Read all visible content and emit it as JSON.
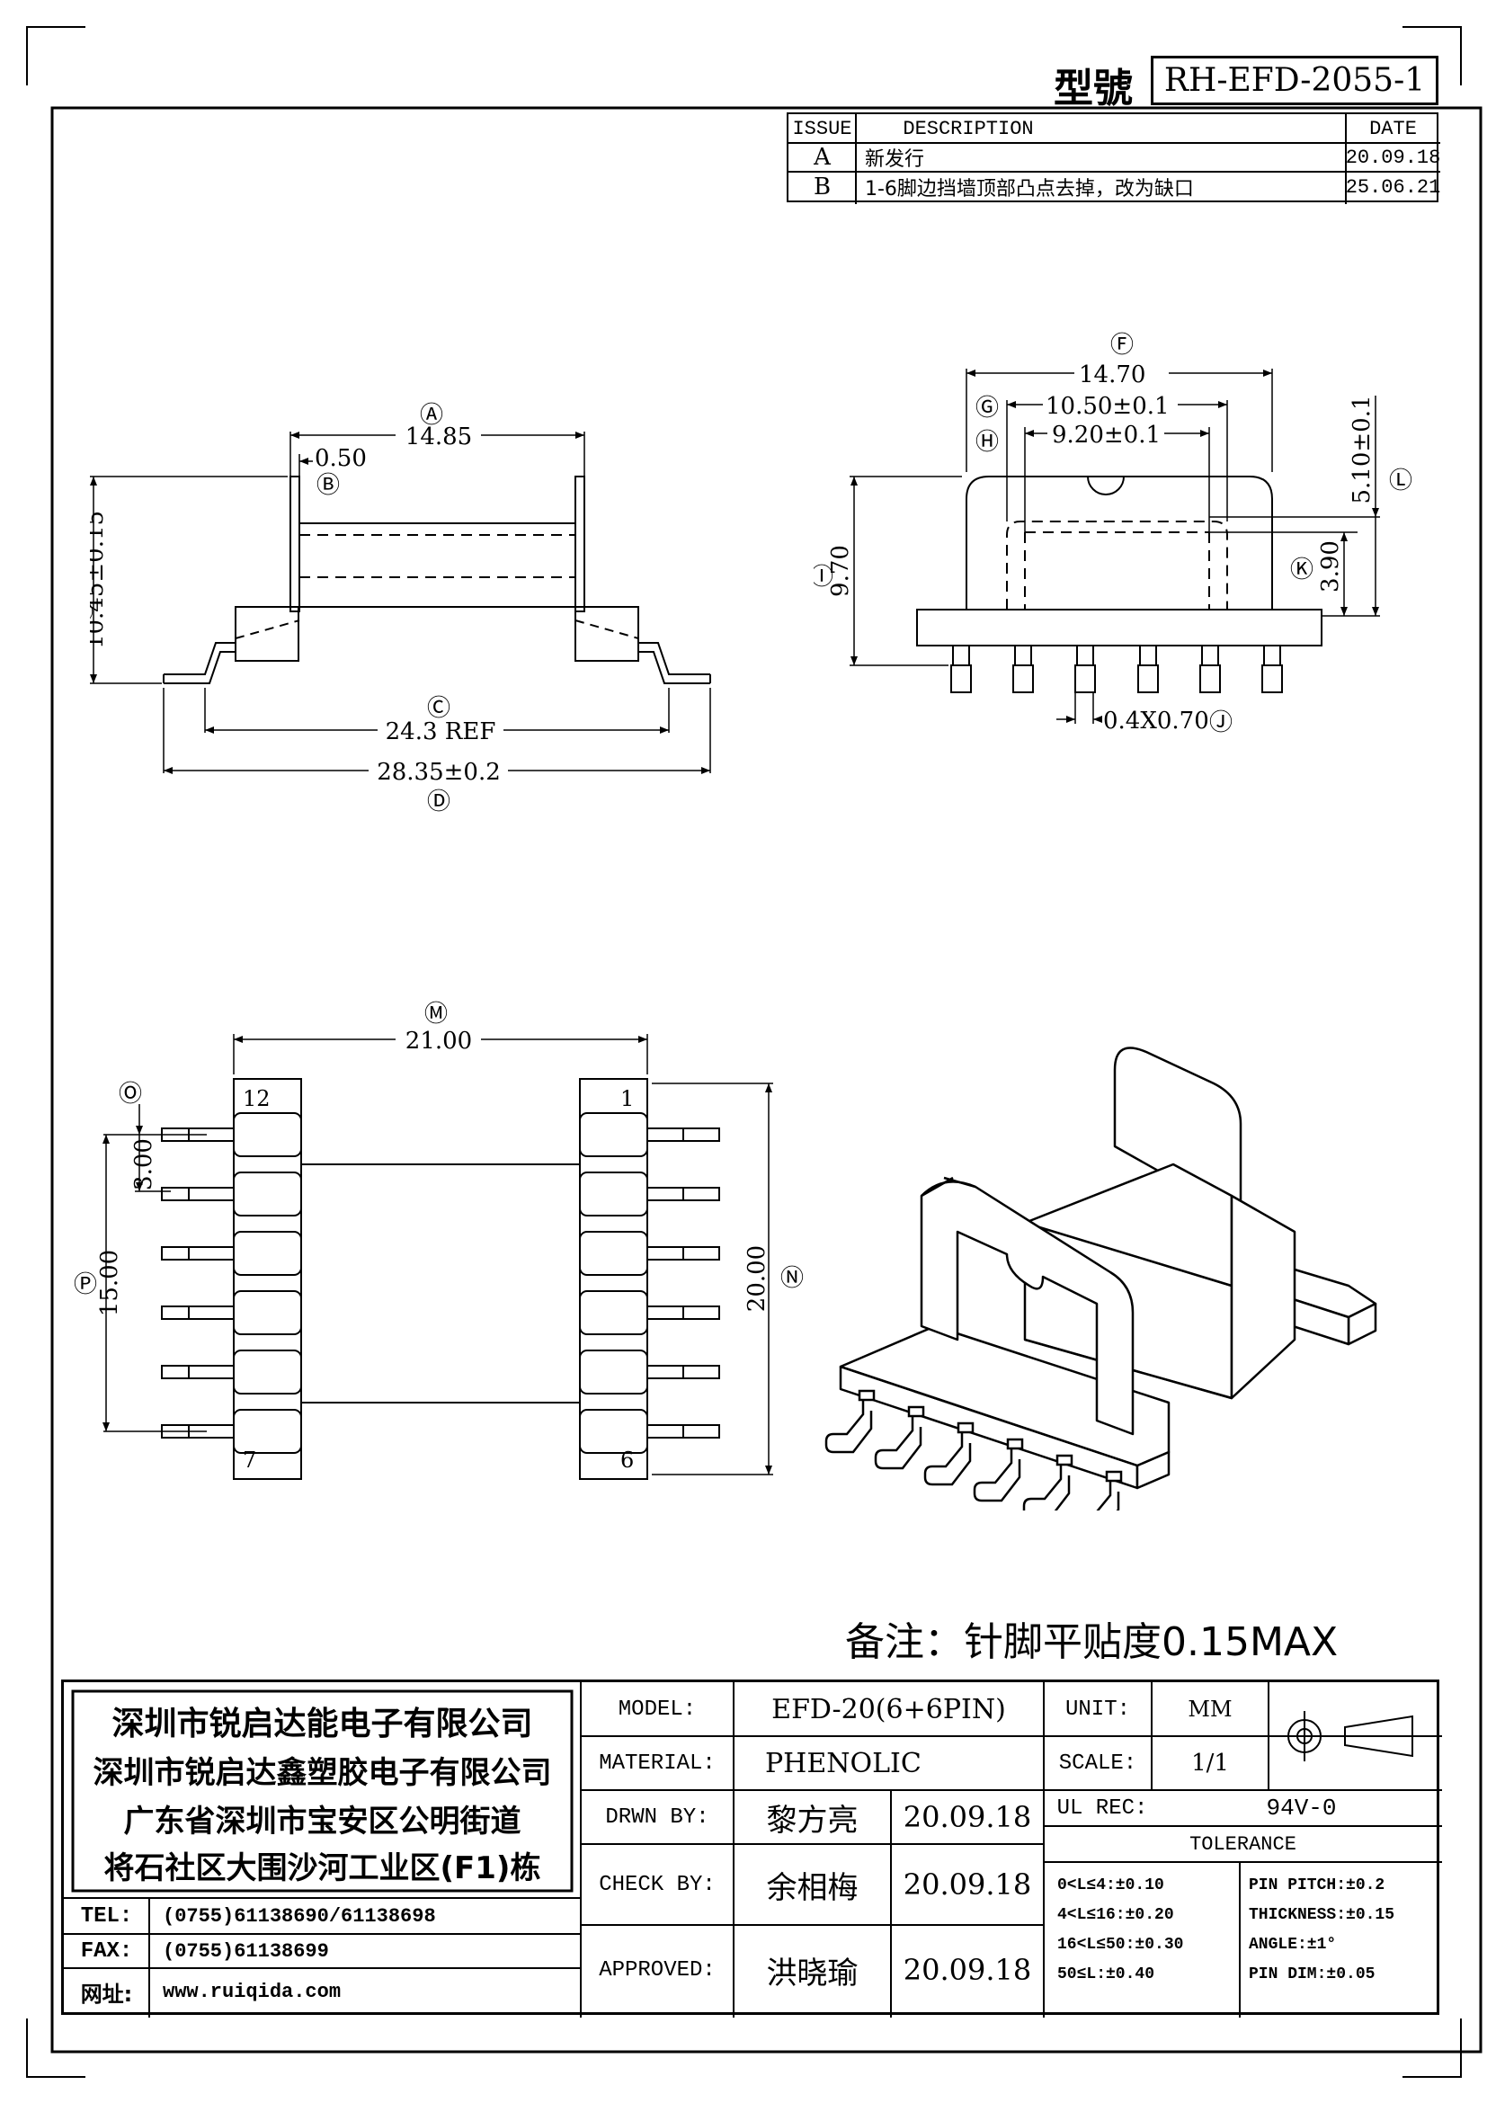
{
  "header": {
    "model_label": "型號",
    "model_value": "RH-EFD-2055-1"
  },
  "revisions": {
    "col_issue": "ISSUE",
    "col_description": "DESCRIPTION",
    "col_date": "DATE",
    "rows": [
      {
        "issue": "A",
        "description": "新发行",
        "date": "20.09.18"
      },
      {
        "issue": "B",
        "description": "1-6脚边挡墙顶部凸点去掉，改为缺口",
        "date": "25.06.21"
      }
    ]
  },
  "side_view": {
    "dim_a_tag": "Ⓐ",
    "dim_a": "14.85",
    "dim_b_tag": "Ⓑ",
    "dim_b": "0.50",
    "dim_c_tag": "Ⓒ",
    "dim_c": "24.3 REF",
    "dim_d_tag": "Ⓓ",
    "dim_d": "28.35±0.2",
    "dim_e_tag": "Ⓔ",
    "dim_e": "10.45±0.15"
  },
  "end_view": {
    "dim_f_tag": "Ⓕ",
    "dim_f": "14.70",
    "dim_g_tag": "Ⓖ",
    "dim_g": "10.50±0.1",
    "dim_h_tag": "Ⓗ",
    "dim_h": "9.20±0.1",
    "dim_i_tag": "Ⓘ",
    "dim_i": "9.70",
    "dim_j_tag": "Ⓙ",
    "dim_j": "0.4X0.70",
    "dim_k_tag": "Ⓚ",
    "dim_k": "3.90",
    "dim_l_tag": "Ⓛ",
    "dim_l": "5.10±0.1"
  },
  "bottom_view": {
    "dim_m_tag": "Ⓜ",
    "dim_m": "21.00",
    "dim_n_tag": "Ⓝ",
    "dim_n": "20.00",
    "dim_o_tag": "Ⓞ",
    "dim_o": "3.00",
    "dim_p_tag": "Ⓟ",
    "dim_p": "15.00",
    "pin_12": "12",
    "pin_1": "1",
    "pin_7": "7",
    "pin_6": "6"
  },
  "note": "备注：针脚平贴度0.15MAX",
  "company": {
    "line1": "深圳市锐启达能电子有限公司",
    "line2": "深圳市锐启达鑫塑胶电子有限公司",
    "line3": "广东省深圳市宝安区公明街道",
    "line4": "将石社区大围沙河工业区(F1)栋",
    "tel_label": "TEL:",
    "tel_value": "(0755)61138690/61138698",
    "fax_label": "FAX:",
    "fax_value": "(0755)61138699",
    "web_label": "网址:",
    "web_value": "www.ruiqida.com"
  },
  "title_block": {
    "model_label": "MODEL:",
    "model_value": "EFD-20(6+6PIN)",
    "material_label": "MATERIAL:",
    "material_value": "PHENOLIC",
    "drawn_label": "DRWN BY:",
    "drawn_name": "黎方亮",
    "drawn_date": "20.09.18",
    "check_label": "CHECK BY:",
    "check_name": "余相梅",
    "check_date": "20.09.18",
    "approved_label": "APPROVED:",
    "approved_name": "洪晓瑜",
    "approved_date": "20.09.18",
    "unit_label": "UNIT:",
    "unit_value": "MM",
    "scale_label": "SCALE:",
    "scale_value": "1/1",
    "ul_label": "UL REC:",
    "ul_value": "94V-0",
    "tolerance_title": "TOLERANCE",
    "tol_1": "0<L≤4:±0.10",
    "tol_2": "4<L≤16:±0.20",
    "tol_3": "16<L≤50:±0.30",
    "tol_4": "50≤L:±0.40",
    "tol_pitch": "PIN PITCH:±0.2",
    "tol_thickness": "THICKNESS:±0.15",
    "tol_angle": "ANGLE:±1°",
    "tol_pindim": "PIN DIM:±0.05"
  }
}
